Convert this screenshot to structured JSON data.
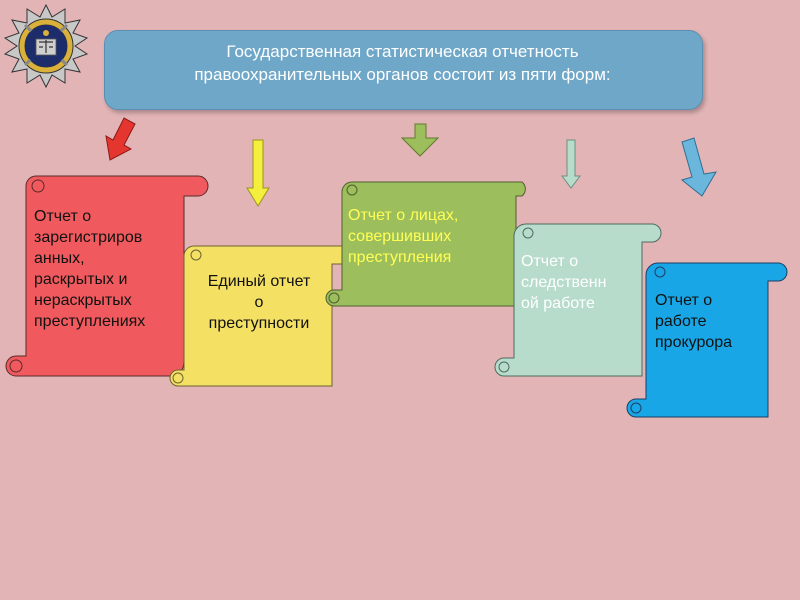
{
  "header": {
    "line1": "Государственная статистическая отчетность",
    "line2": "правоохранительных органов состоит из пяти форм:"
  },
  "forms": [
    {
      "lines": [
        "Отчет о",
        "зарегистриров",
        "анных,",
        "раскрытых и",
        "нераскрытых",
        "преступлениях"
      ],
      "color": "#f05a5e"
    },
    {
      "lines": [
        "Единый отчет",
        "о",
        "преступности"
      ],
      "color": "#f4e063"
    },
    {
      "lines": [
        "Отчет о лицах,",
        "совершивших",
        "преступления"
      ],
      "color": "#9dbe5c"
    },
    {
      "lines": [
        "Отчет о",
        "следственн",
        "ой работе"
      ],
      "color": "#b7dccb"
    },
    {
      "lines": [
        "Отчет о",
        "работе",
        "прокурора"
      ],
      "color": "#18a6e6"
    }
  ],
  "colors": {
    "background": "#e3b4b6",
    "header_fill": "#6fa7c9",
    "arrow_red": "#e4362f",
    "arrow_yellow": "#f3ef3c",
    "arrow_green": "#9dbe5c",
    "arrow_mint": "#b7dccb",
    "arrow_blue": "#6ab6dc"
  },
  "icons": {
    "logo": "police-emblem-icon"
  }
}
